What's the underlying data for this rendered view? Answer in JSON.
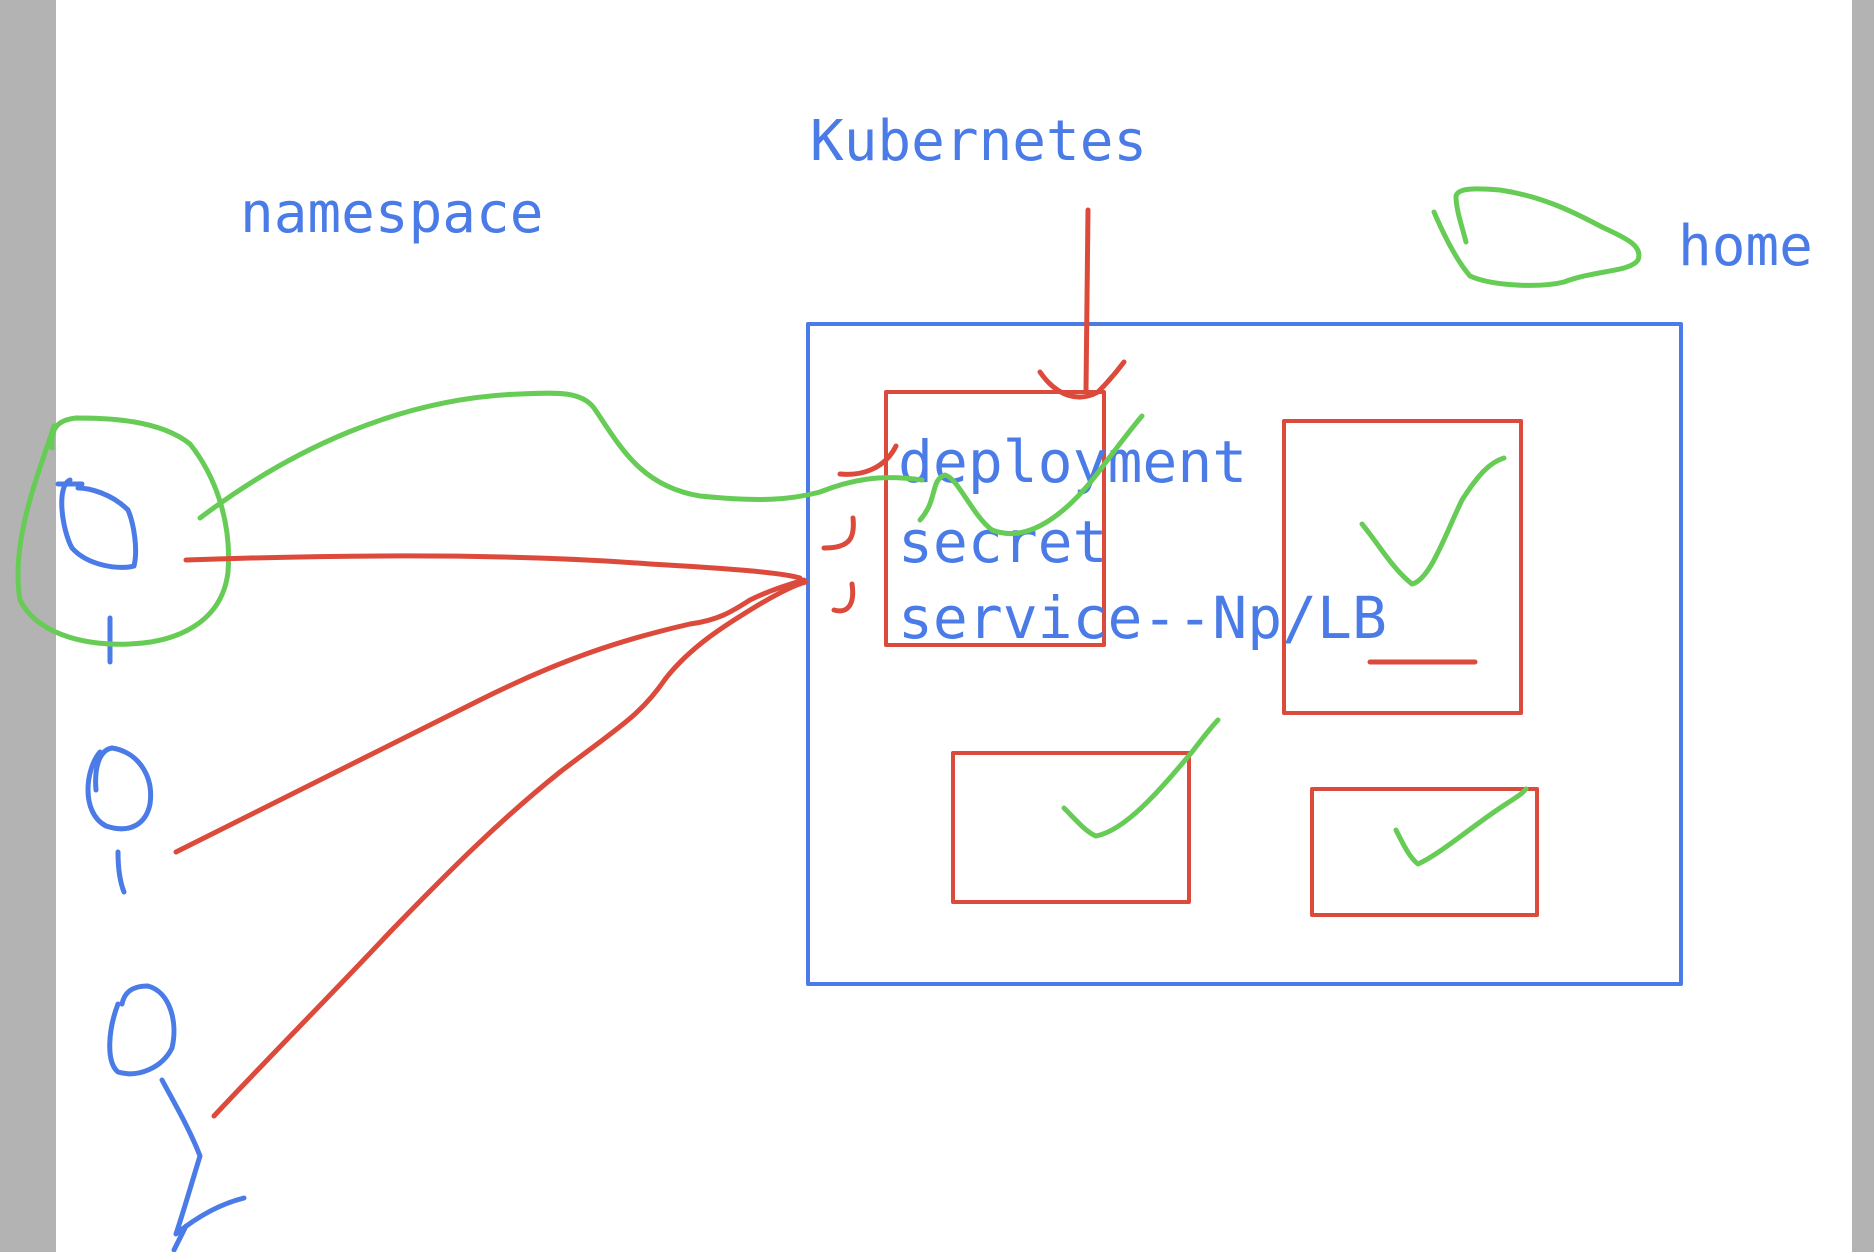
{
  "whiteboard": {
    "labels": {
      "kubernetes": "Kubernetes",
      "namespace": "namespace",
      "home": "home",
      "deployment": "deployment",
      "secret": "secret",
      "service": "service--Np/LB"
    },
    "colors": {
      "blue_ink": "#4a7be6",
      "red_ink": "#dc4a3c",
      "green_ink": "#66cc55",
      "gutter": "#b3b3b3",
      "paper": "#ffffff"
    }
  }
}
